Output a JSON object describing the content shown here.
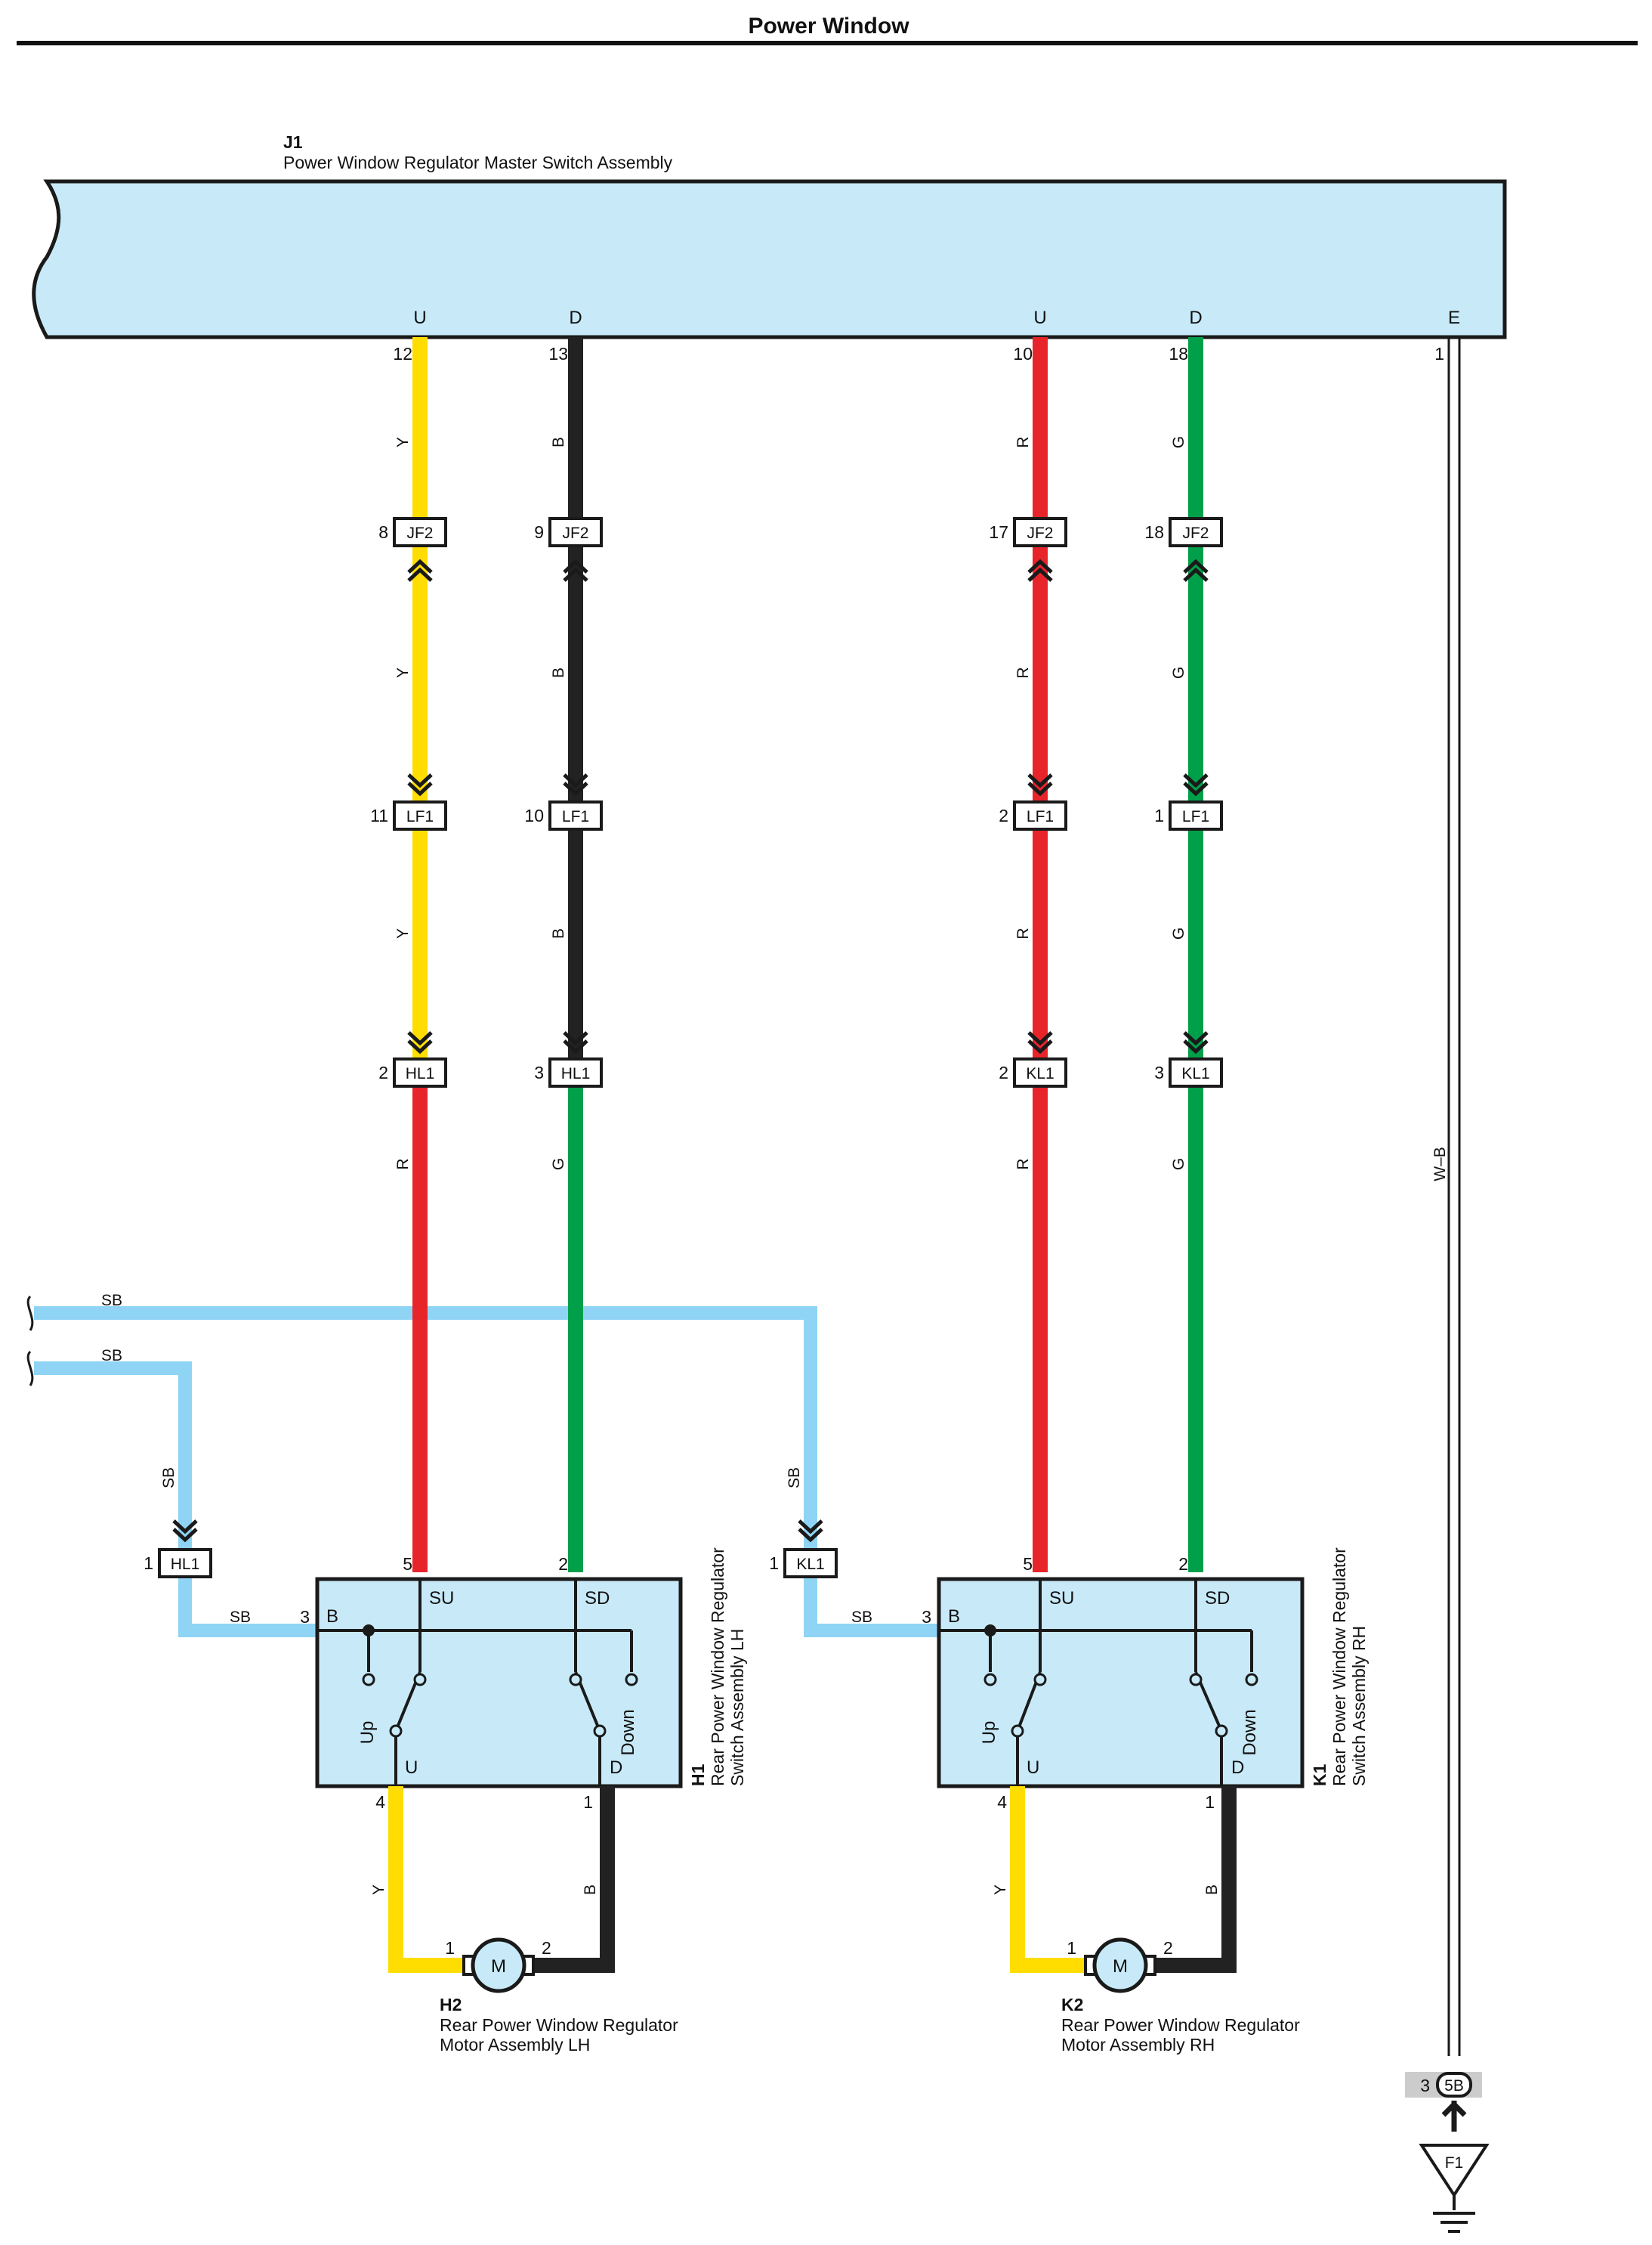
{
  "title": "Power Window",
  "colors": {
    "Y": "#ffdd00",
    "B": "#222222",
    "R": "#e8242b",
    "G": "#00a04a",
    "SB": "#8fd4f5",
    "component_fill": "#c8eaf8",
    "outline": "#1a1a1a"
  },
  "components": {
    "j1": {
      "code": "J1",
      "name": "Power Window Regulator Master Switch Assembly",
      "terminals": {
        "u1": "U",
        "d1": "D",
        "u2": "U",
        "d2": "D",
        "e": "E"
      }
    },
    "h1": {
      "code": "H1",
      "name_line1": "Rear Power Window Regulator",
      "name_line2": "Switch Assembly LH",
      "terminals": {
        "b": "B",
        "su": "SU",
        "sd": "SD",
        "u": "U",
        "d": "D",
        "up": "Up",
        "down": "Down"
      }
    },
    "k1": {
      "code": "K1",
      "name_line1": "Rear Power Window Regulator",
      "name_line2": "Switch Assembly RH",
      "terminals": {
        "b": "B",
        "su": "SU",
        "sd": "SD",
        "u": "U",
        "d": "D",
        "up": "Up",
        "down": "Down"
      }
    },
    "h2": {
      "code": "H2",
      "name_line1": "Rear Power Window Regulator",
      "name_line2": "Motor Assembly LH",
      "motor": "M"
    },
    "k2": {
      "code": "K2",
      "name_line1": "Rear Power Window Regulator",
      "name_line2": "Motor Assembly RH",
      "motor": "M"
    }
  },
  "ground": {
    "connector": "5B",
    "pin": "3",
    "point": "F1"
  },
  "connectors": {
    "jf2": "JF2",
    "lf1": "LF1",
    "hl1": "HL1",
    "kl1": "KL1"
  },
  "pins": {
    "j1_12": "12",
    "j1_13": "13",
    "j1_10": "10",
    "j1_18": "18",
    "j1_1": "1",
    "jf2_8": "8",
    "jf2_9": "9",
    "jf2_17": "17",
    "jf2_18": "18",
    "lf1_11": "11",
    "lf1_10": "10",
    "lf1_2": "2",
    "lf1_1": "1",
    "hl1_2": "2",
    "hl1_3": "3",
    "kl1_2": "2",
    "kl1_3": "3",
    "hl1_1": "1",
    "kl1_1": "1",
    "h1_5": "5",
    "h1_2": "2",
    "h1_3": "3",
    "h1_4": "4",
    "h1_1": "1",
    "k1_5": "5",
    "k1_2": "2",
    "k1_3": "3",
    "k1_4": "4",
    "k1_1": "1",
    "h2_1": "1",
    "h2_2": "2",
    "k2_1": "1",
    "k2_2": "2"
  },
  "wire_codes": {
    "y": "Y",
    "b": "B",
    "r": "R",
    "g": "G",
    "sb": "SB",
    "wb": "W–B"
  }
}
